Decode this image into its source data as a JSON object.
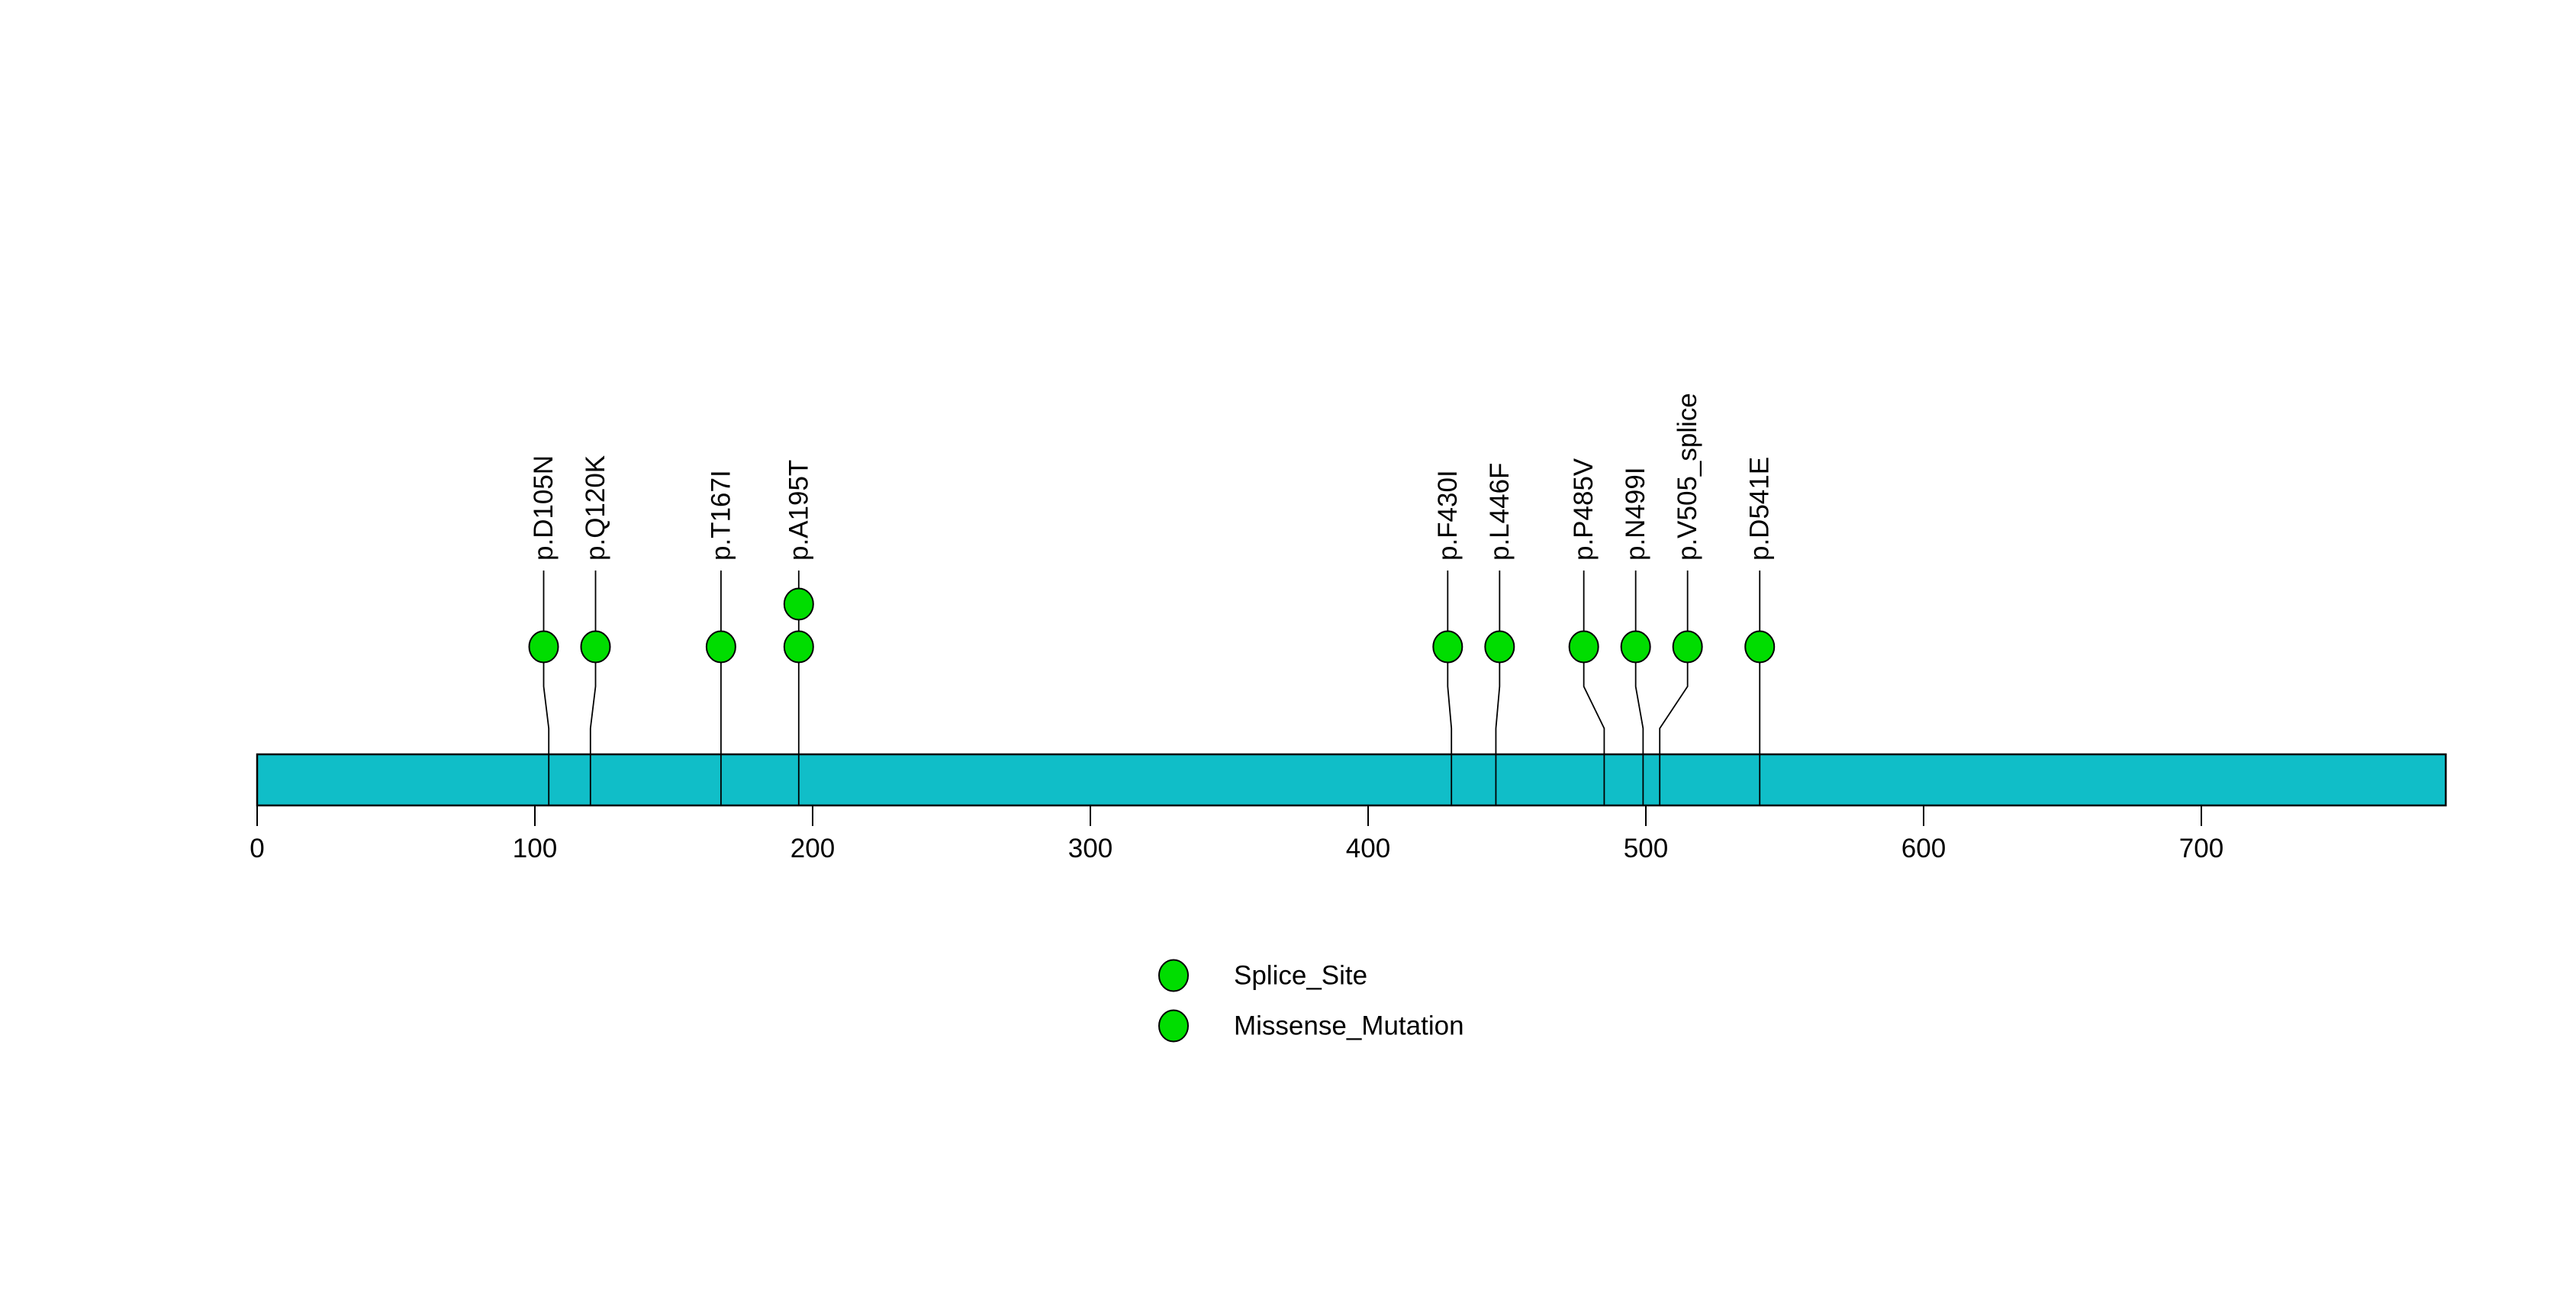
{
  "chart_data": {
    "type": "lollipop",
    "title": "",
    "xlabel": "",
    "ylabel": "",
    "protein_length": 788,
    "xlim": [
      0,
      788
    ],
    "x_ticks": [
      0,
      100,
      200,
      300,
      400,
      500,
      600,
      700
    ],
    "grid": false,
    "legend_position": "bottom-center",
    "colors": {
      "backbone": "#10BEC8",
      "mutation_fill": "#00DD00",
      "stroke": "#000000",
      "background": "#ffffff"
    },
    "mutations": [
      {
        "label": "p.D105N",
        "position": 105,
        "type": "Missense_Mutation",
        "count": 1
      },
      {
        "label": "p.Q120K",
        "position": 120,
        "type": "Missense_Mutation",
        "count": 1
      },
      {
        "label": "p.T167I",
        "position": 167,
        "type": "Missense_Mutation",
        "count": 1
      },
      {
        "label": "p.A195T",
        "position": 195,
        "type": "Missense_Mutation",
        "count": 2
      },
      {
        "label": "p.F430I",
        "position": 430,
        "type": "Missense_Mutation",
        "count": 1
      },
      {
        "label": "p.L446F",
        "position": 446,
        "type": "Missense_Mutation",
        "count": 1
      },
      {
        "label": "p.P485V",
        "position": 485,
        "type": "Missense_Mutation",
        "count": 1
      },
      {
        "label": "p.N499I",
        "position": 499,
        "type": "Missense_Mutation",
        "count": 1
      },
      {
        "label": "p.V505_splice",
        "position": 505,
        "type": "Splice_Site",
        "count": 1
      },
      {
        "label": "p.D541E",
        "position": 541,
        "type": "Missense_Mutation",
        "count": 1
      }
    ],
    "legend": [
      {
        "label": "Splice_Site",
        "color": "#00DD00"
      },
      {
        "label": "Missense_Mutation",
        "color": "#00DD00"
      }
    ]
  }
}
